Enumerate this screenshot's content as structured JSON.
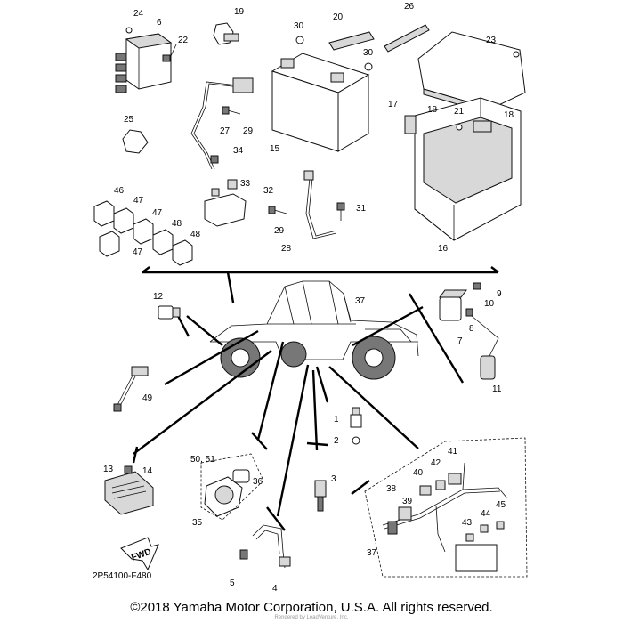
{
  "callouts": {
    "c1": "1",
    "c2": "2",
    "c3": "3",
    "c4": "4",
    "c5": "5",
    "c6": "6",
    "c7": "7",
    "c8": "8",
    "c9": "9",
    "c10": "10",
    "c11": "11",
    "c12": "12",
    "c13": "13",
    "c14": "14",
    "c15": "15",
    "c16": "16",
    "c17": "17",
    "c18a": "18",
    "c18b": "18",
    "c19": "19",
    "c20": "20",
    "c21": "21",
    "c22": "22",
    "c23": "23",
    "c24": "24",
    "c25": "25",
    "c26": "26",
    "c27": "27",
    "c28": "28",
    "c29a": "29",
    "c29b": "29",
    "c30a": "30",
    "c30b": "30",
    "c31": "31",
    "c32": "32",
    "c33": "33",
    "c34": "34",
    "c35": "35",
    "c36": "36",
    "c37a": "37",
    "c37b": "37",
    "c38": "38",
    "c39": "39",
    "c40": "40",
    "c41": "41",
    "c42": "42",
    "c43": "43",
    "c44": "44",
    "c45": "45",
    "c46": "46",
    "c47a": "47",
    "c47b": "47",
    "c47c": "47",
    "c48a": "48",
    "c48b": "48",
    "c49": "49",
    "c5051": "50, 51"
  },
  "fwd_label": "FWD",
  "diagram_code": "2P54100-F480",
  "copyright": "©2018 Yamaha Motor Corporation, U.S.A. All rights reserved.",
  "watermark": "Rendered by LeadVenture, Inc."
}
